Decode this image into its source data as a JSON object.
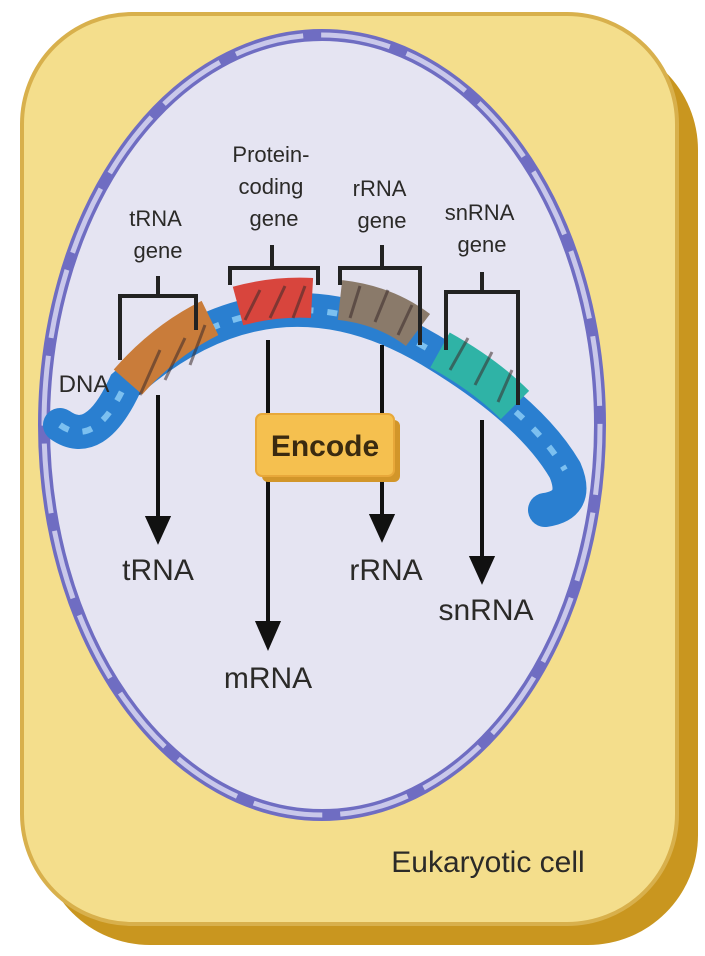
{
  "figure": {
    "cell_label": "Eukaryotic cell",
    "dna_label": "DNA",
    "encode_label": "Encode",
    "genes": [
      {
        "id": "trna",
        "label_lines": [
          "tRNA",
          "gene"
        ],
        "product": "tRNA",
        "color": "#c97c3a"
      },
      {
        "id": "protein",
        "label_lines": [
          "Protein-",
          "coding",
          "gene"
        ],
        "product": "mRNA",
        "color": "#d8453d"
      },
      {
        "id": "rrna",
        "label_lines": [
          "rRNA",
          "gene"
        ],
        "product": "rRNA",
        "color": "#8a7a6a"
      },
      {
        "id": "snrna",
        "label_lines": [
          "snRNA",
          "gene"
        ],
        "product": "snRNA",
        "color": "#2fb3a6"
      }
    ],
    "colors": {
      "cell_fill": "#f4de8c",
      "cell_border": "#d4a83a",
      "nucleus_fill": "#e6e6f4",
      "nucleus_border": "#7a78c8",
      "dna": "#2a7fd0",
      "encode_fill": "#f5c04f"
    }
  }
}
